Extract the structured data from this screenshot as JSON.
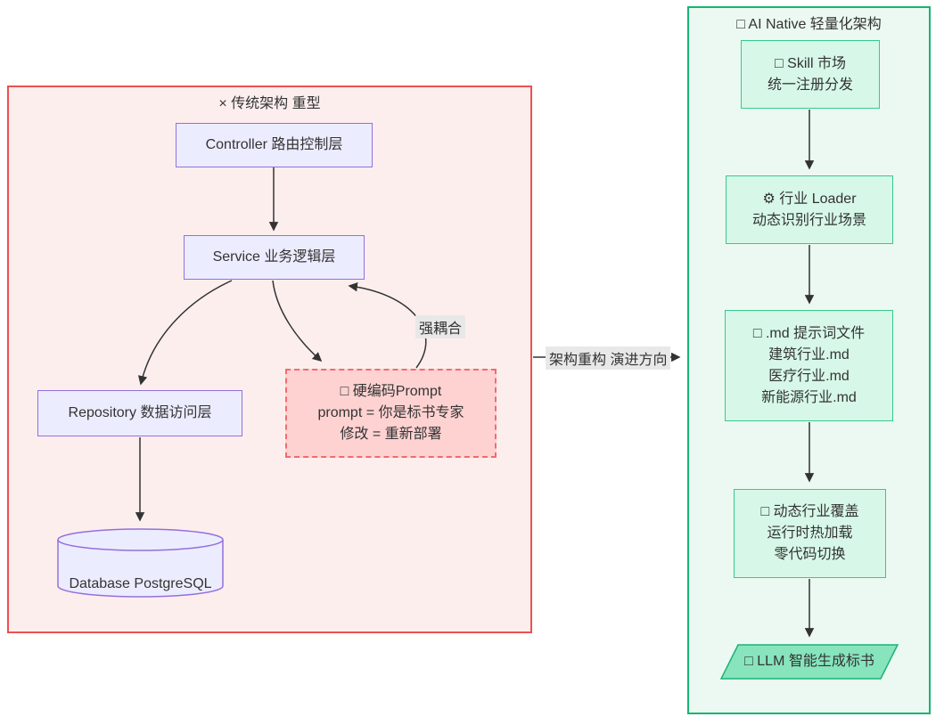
{
  "colors": {
    "left_border": "#ee4f4f",
    "left_bg": "#fdeeee",
    "right_border": "#19b375",
    "right_bg": "#ecf9f2",
    "node_purple_bg": "#ececff",
    "node_purple_border": "#9370db",
    "node_green_bg": "#d7f8e8",
    "node_green_border": "#36c98c",
    "prompt_bg": "#ffd2d2",
    "prompt_border": "#f26b6b",
    "llm_bg": "#87e4bc",
    "edge": "#333333",
    "label_bg": "#e8e8e8"
  },
  "legacy": {
    "title": "× 传统架构 重型",
    "controller": "Controller 路由控制层",
    "service": "Service 业务逻辑层",
    "repository": "Repository 数据访问层",
    "database": "Database PostgreSQL",
    "prompt_lines": [
      "□ 硬编码Prompt",
      "prompt = 你是标书专家",
      "修改 = 重新部署"
    ],
    "coupling_label": "强耦合"
  },
  "bridge": {
    "label": "架构重构 演进方向"
  },
  "ai": {
    "title": "□ AI Native 轻量化架构",
    "skill_lines": [
      "□ Skill 市场",
      "统一注册分发"
    ],
    "loader_lines": [
      "⚙ 行业 Loader",
      "动态识别行业场景"
    ],
    "md_lines": [
      "□ .md 提示词文件",
      "建筑行业.md",
      "医疗行业.md",
      "新能源行业.md"
    ],
    "coverage_lines": [
      "□ 动态行业覆盖",
      "运行时热加载",
      "零代码切换"
    ],
    "llm": "□ LLM 智能生成标书"
  }
}
